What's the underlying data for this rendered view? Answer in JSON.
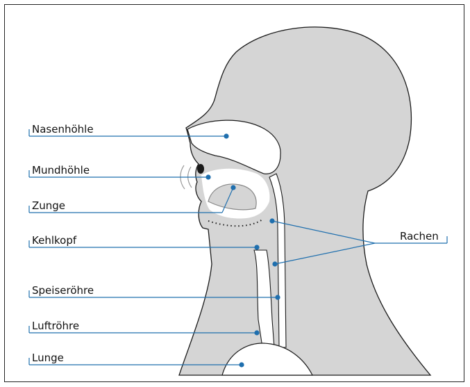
{
  "colors": {
    "line": "#1f6fae",
    "tissue": "#d5d5d5",
    "outline": "#1a1a1a"
  },
  "labels": {
    "nasenhoehle": "Nasenhöhle",
    "mundhoehle": "Mundhöhle",
    "zunge": "Zunge",
    "kehlkopf": "Kehlkopf",
    "speiseroehre": "Speiseröhre",
    "luftroehre": "Luftröhre",
    "lunge": "Lunge",
    "rachen": "Rachen"
  }
}
